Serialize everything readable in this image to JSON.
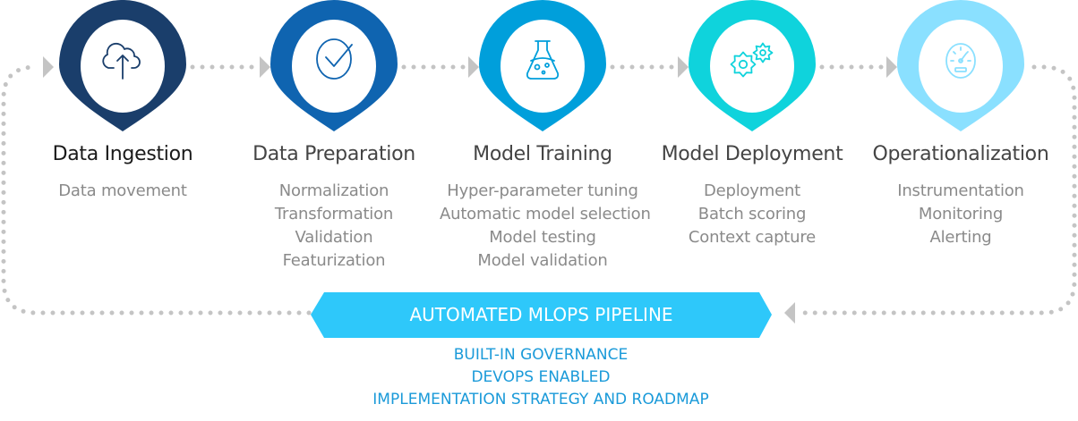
{
  "stages": [
    {
      "title": "Data Ingestion",
      "icon": "cloud-upload-icon",
      "color": "#1a3e6b",
      "items": [
        "Data movement"
      ]
    },
    {
      "title": "Data Preparation",
      "icon": "check-circle-icon",
      "color": "#0f64b0",
      "items": [
        "Normalization",
        "Transformation",
        "Validation",
        "Featurization"
      ]
    },
    {
      "title": "Model Training",
      "icon": "flask-icon",
      "color": "#009fdb",
      "items": [
        "Hyper-parameter tuning",
        "Automatic model selection",
        "Model testing",
        "Model validation"
      ]
    },
    {
      "title": "Model Deployment",
      "icon": "gears-icon",
      "color": "#0fd3dc",
      "items": [
        "Deployment",
        "Batch scoring",
        "Context capture"
      ]
    },
    {
      "title": "Operationalization",
      "icon": "speedometer-icon",
      "color": "#8ae0ff",
      "items": [
        "Instrumentation",
        "Monitoring",
        "Alerting"
      ]
    }
  ],
  "banner": {
    "label": "AUTOMATED MLOPS PIPELINE",
    "color": "#2ec8fa"
  },
  "footer": [
    "BUILT-IN GOVERNANCE",
    "DEVOPS ENABLED",
    "IMPLEMENTATION STRATEGY AND ROADMAP"
  ],
  "connector_color": "#c4c4c4"
}
